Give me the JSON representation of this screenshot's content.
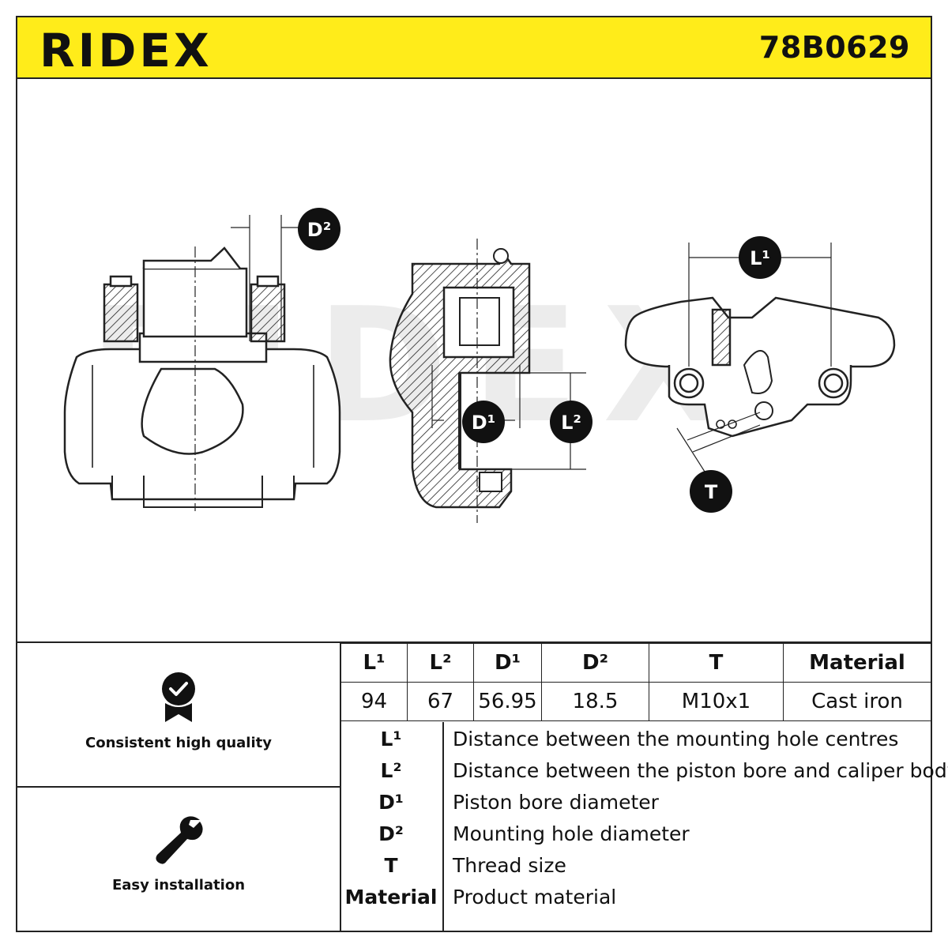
{
  "header": {
    "brand": "RIDEX",
    "part_number": "78B0629",
    "bg_color": "#ffec1a"
  },
  "drawing": {
    "watermark": "RIDEX",
    "callouts": {
      "d2": "D²",
      "d1": "D¹",
      "l2": "L²",
      "l1": "L¹",
      "t": "T"
    }
  },
  "features": [
    {
      "label": "Consistent high quality",
      "icon": "quality-badge-icon"
    },
    {
      "label": "Easy installation",
      "icon": "wrench-icon"
    }
  ],
  "spec_table": {
    "headers": [
      "L¹",
      "L²",
      "D¹",
      "D²",
      "T",
      "Material"
    ],
    "values": [
      "94",
      "67",
      "56.95",
      "18.5",
      "M10x1",
      "Cast iron"
    ]
  },
  "legend": [
    {
      "key": "L¹",
      "desc": "Distance between the mounting hole centres"
    },
    {
      "key": "L²",
      "desc": "Distance between the piston bore and caliper body"
    },
    {
      "key": "D¹",
      "desc": "Piston bore diameter"
    },
    {
      "key": "D²",
      "desc": "Mounting hole diameter"
    },
    {
      "key": "T",
      "desc": "Thread size"
    },
    {
      "key": "Material",
      "desc": "Product material"
    }
  ]
}
